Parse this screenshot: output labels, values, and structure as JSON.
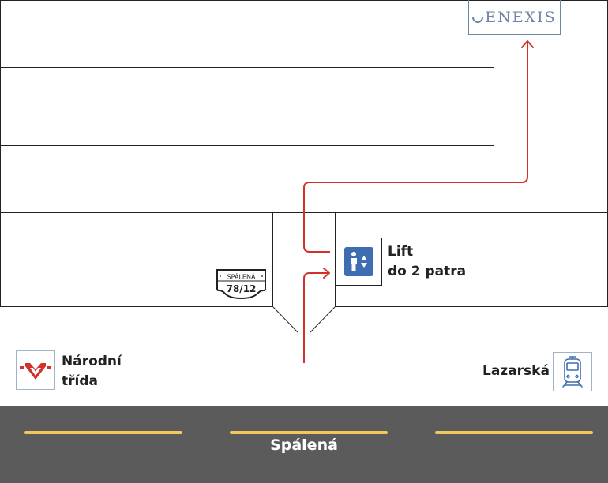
{
  "logo": {
    "brand": "ENEXIS",
    "color": "#6e86a6"
  },
  "lift": {
    "line1": "Lift",
    "line2": "do 2 patra",
    "icon": "elevator-icon",
    "icon_color": "#3f6db1"
  },
  "address_sign": {
    "street": "SPÁLENÁ",
    "number": "78/12"
  },
  "metro": {
    "name_line1": "Národní",
    "name_line2": "třída",
    "icon": "metro-icon",
    "color": "#d3302a"
  },
  "tram": {
    "name": "Lazarská",
    "icon": "tram-icon",
    "color": "#3f6db1"
  },
  "street": {
    "name": "Spálená"
  },
  "route": {
    "color": "#d3302a"
  }
}
